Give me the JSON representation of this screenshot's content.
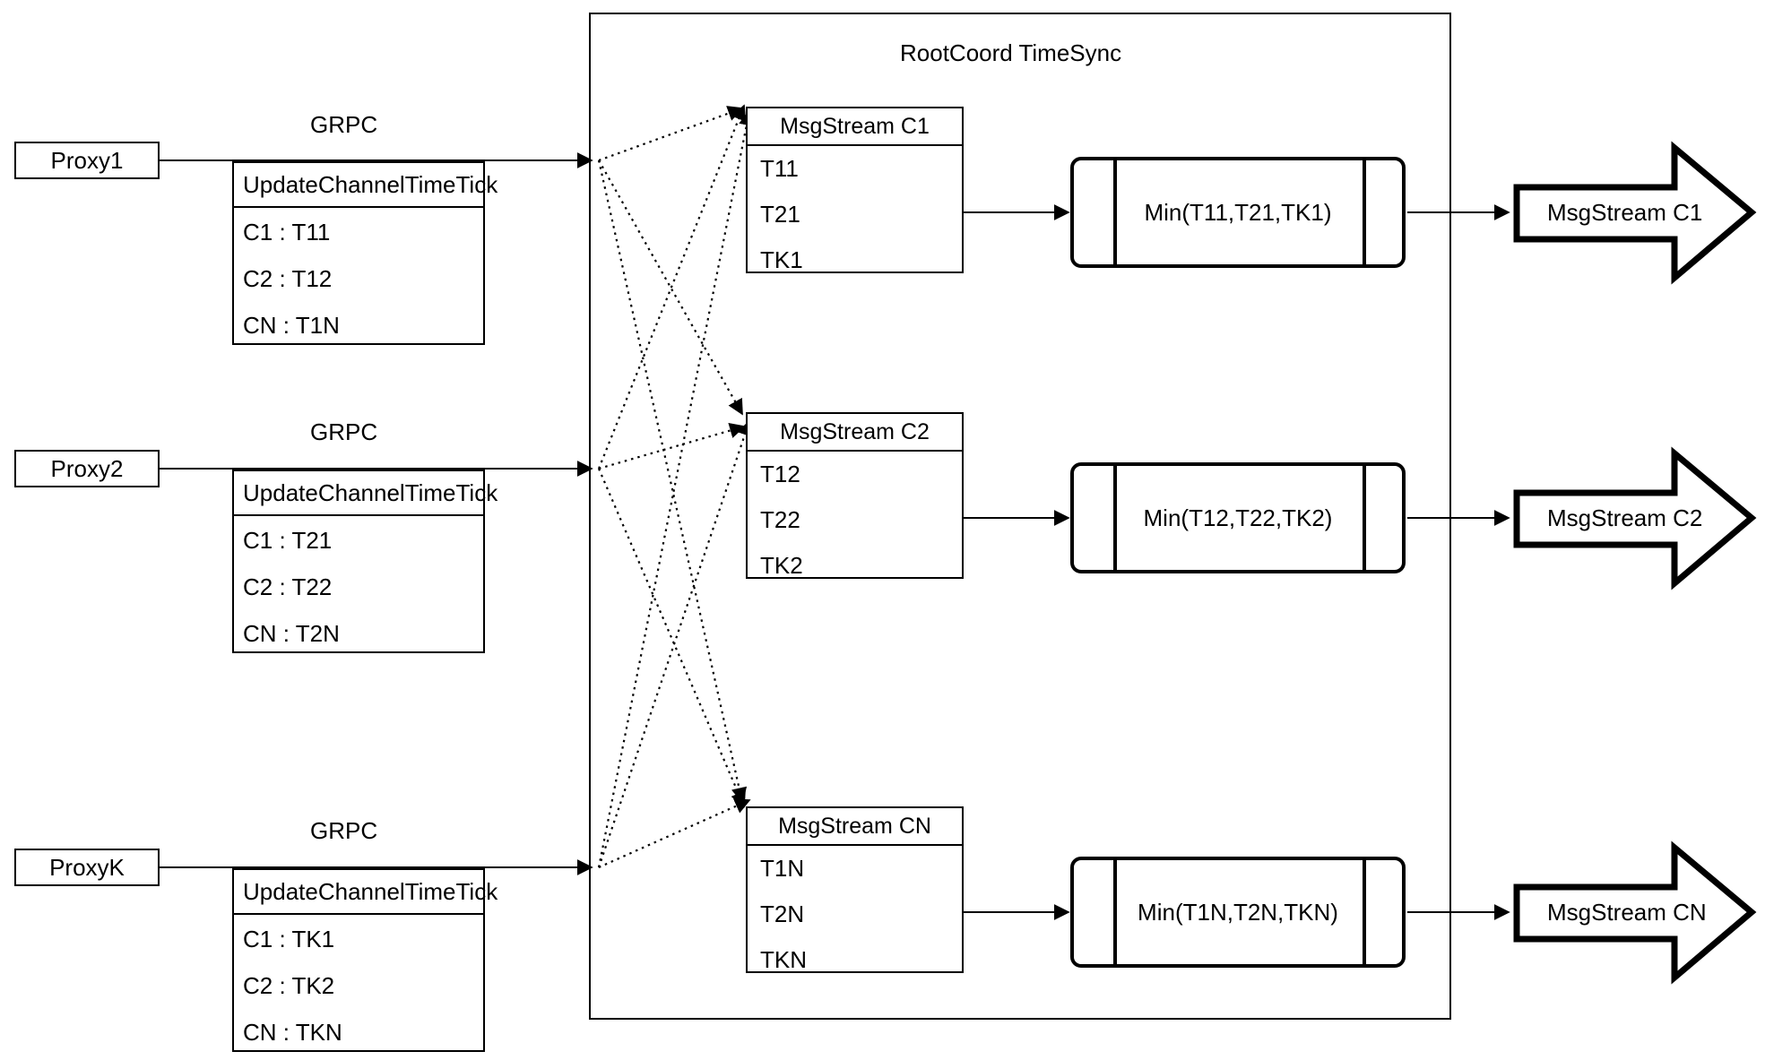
{
  "diagram": {
    "container": {
      "title": "RootCoord TimeSync"
    },
    "proxies": [
      {
        "name": "Proxy1",
        "link_label": "GRPC",
        "request": {
          "title": "UpdateChannelTimeTick",
          "rows": [
            "C1 :  T11",
            "C2 :  T12",
            "CN : T1N"
          ]
        }
      },
      {
        "name": "Proxy2",
        "link_label": "GRPC",
        "request": {
          "title": "UpdateChannelTimeTick",
          "rows": [
            "C1 :  T21",
            "C2 :  T22",
            "CN : T2N"
          ]
        }
      },
      {
        "name": "ProxyK",
        "link_label": "GRPC",
        "request": {
          "title": "UpdateChannelTimeTick",
          "rows": [
            "C1 :  TK1",
            "C2 :  TK2",
            "CN : TKN"
          ]
        }
      }
    ],
    "channels": [
      {
        "stream": {
          "title": "MsgStream C1",
          "rows": [
            "T11",
            "T21",
            "TK1"
          ]
        },
        "min": {
          "label": "Min(T11,T21,TK1)"
        },
        "output": {
          "label": "MsgStream C1"
        }
      },
      {
        "stream": {
          "title": "MsgStream C2",
          "rows": [
            "T12",
            "T22",
            "TK2"
          ]
        },
        "min": {
          "label": "Min(T12,T22,TK2)"
        },
        "output": {
          "label": "MsgStream C2"
        }
      },
      {
        "stream": {
          "title": "MsgStream CN",
          "rows": [
            "T1N",
            "T2N",
            "TKN"
          ]
        },
        "min": {
          "label": "Min(T1N,T2N,TKN)"
        },
        "output": {
          "label": "MsgStream CN"
        }
      }
    ],
    "colors": {
      "stroke": "#000000",
      "background": "#ffffff"
    }
  }
}
